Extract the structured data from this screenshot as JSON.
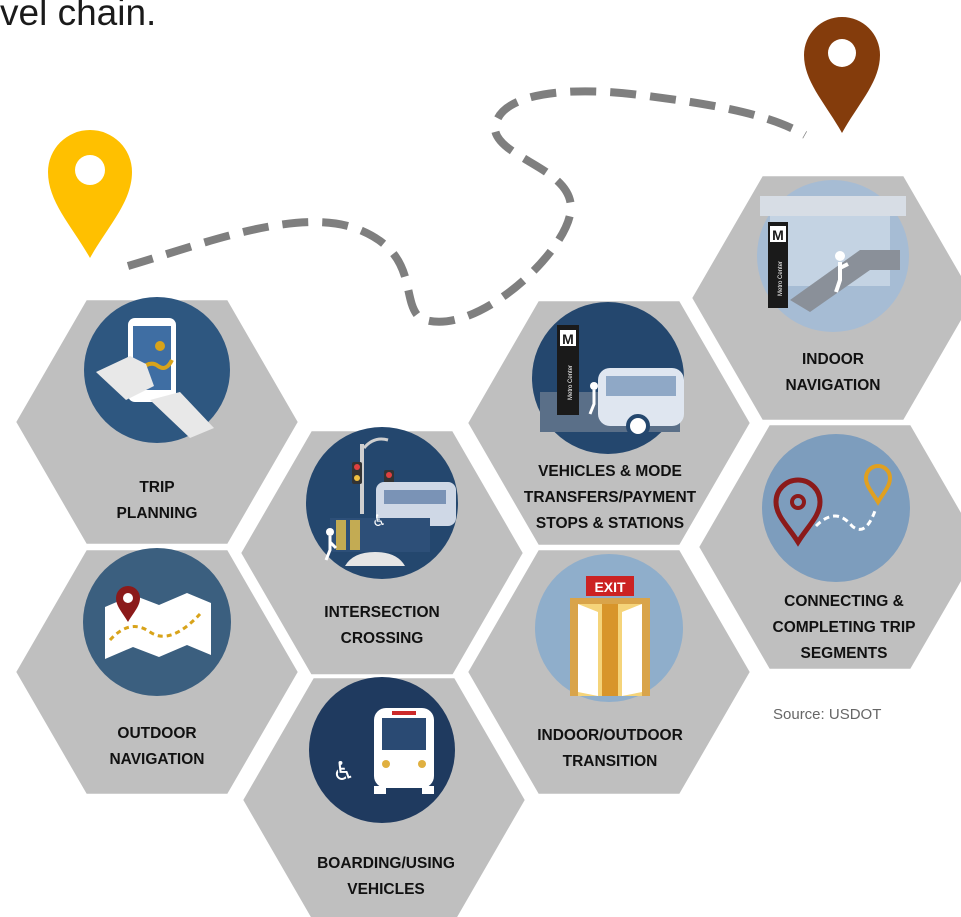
{
  "heading": "vel chain.",
  "source": "Source: USDOT",
  "colors": {
    "hex_fill": "#bfbfbf",
    "hex_stroke": "#ffffff",
    "start_pin": "#ffc000",
    "end_pin": "#843c0c",
    "path": "#7f7f7f",
    "circle_dark": "#1f3a5f",
    "circle_mid": "#3f6ea3",
    "circle_light": "#8faecb"
  },
  "tiles": [
    {
      "id": "trip-planning",
      "lines": [
        "TRIP",
        "PLANNING"
      ],
      "icon": "smartphone-route-icon"
    },
    {
      "id": "outdoor-navigation",
      "lines": [
        "OUTDOOR",
        "NAVIGATION"
      ],
      "icon": "map-pin-icon"
    },
    {
      "id": "intersection-crossing",
      "lines": [
        "INTERSECTION",
        "CROSSING"
      ],
      "icon": "intersection-icon"
    },
    {
      "id": "boarding-using-vehicles",
      "lines": [
        "BOARDING/USING",
        "VEHICLES"
      ],
      "icon": "bus-wheelchair-icon"
    },
    {
      "id": "vehicles-mode-transfers",
      "lines": [
        "VEHICLES & MODE",
        "TRANSFERS/PAYMENT",
        "STOPS & STATIONS"
      ],
      "icon": "metro-station-bus-icon"
    },
    {
      "id": "indoor-outdoor-transition",
      "lines": [
        "INDOOR/OUTDOOR",
        "TRANSITION"
      ],
      "icon": "exit-door-icon"
    },
    {
      "id": "indoor-navigation",
      "lines": [
        "INDOOR",
        "NAVIGATION"
      ],
      "icon": "escalator-icon"
    },
    {
      "id": "connecting-completing",
      "lines": [
        "CONNECTING &",
        "COMPLETING TRIP",
        "SEGMENTS"
      ],
      "icon": "connecting-pins-icon"
    }
  ],
  "icon_text": {
    "metro_sign": "M",
    "metro_station_name": "Metro Center",
    "exit_sign": "EXIT"
  }
}
